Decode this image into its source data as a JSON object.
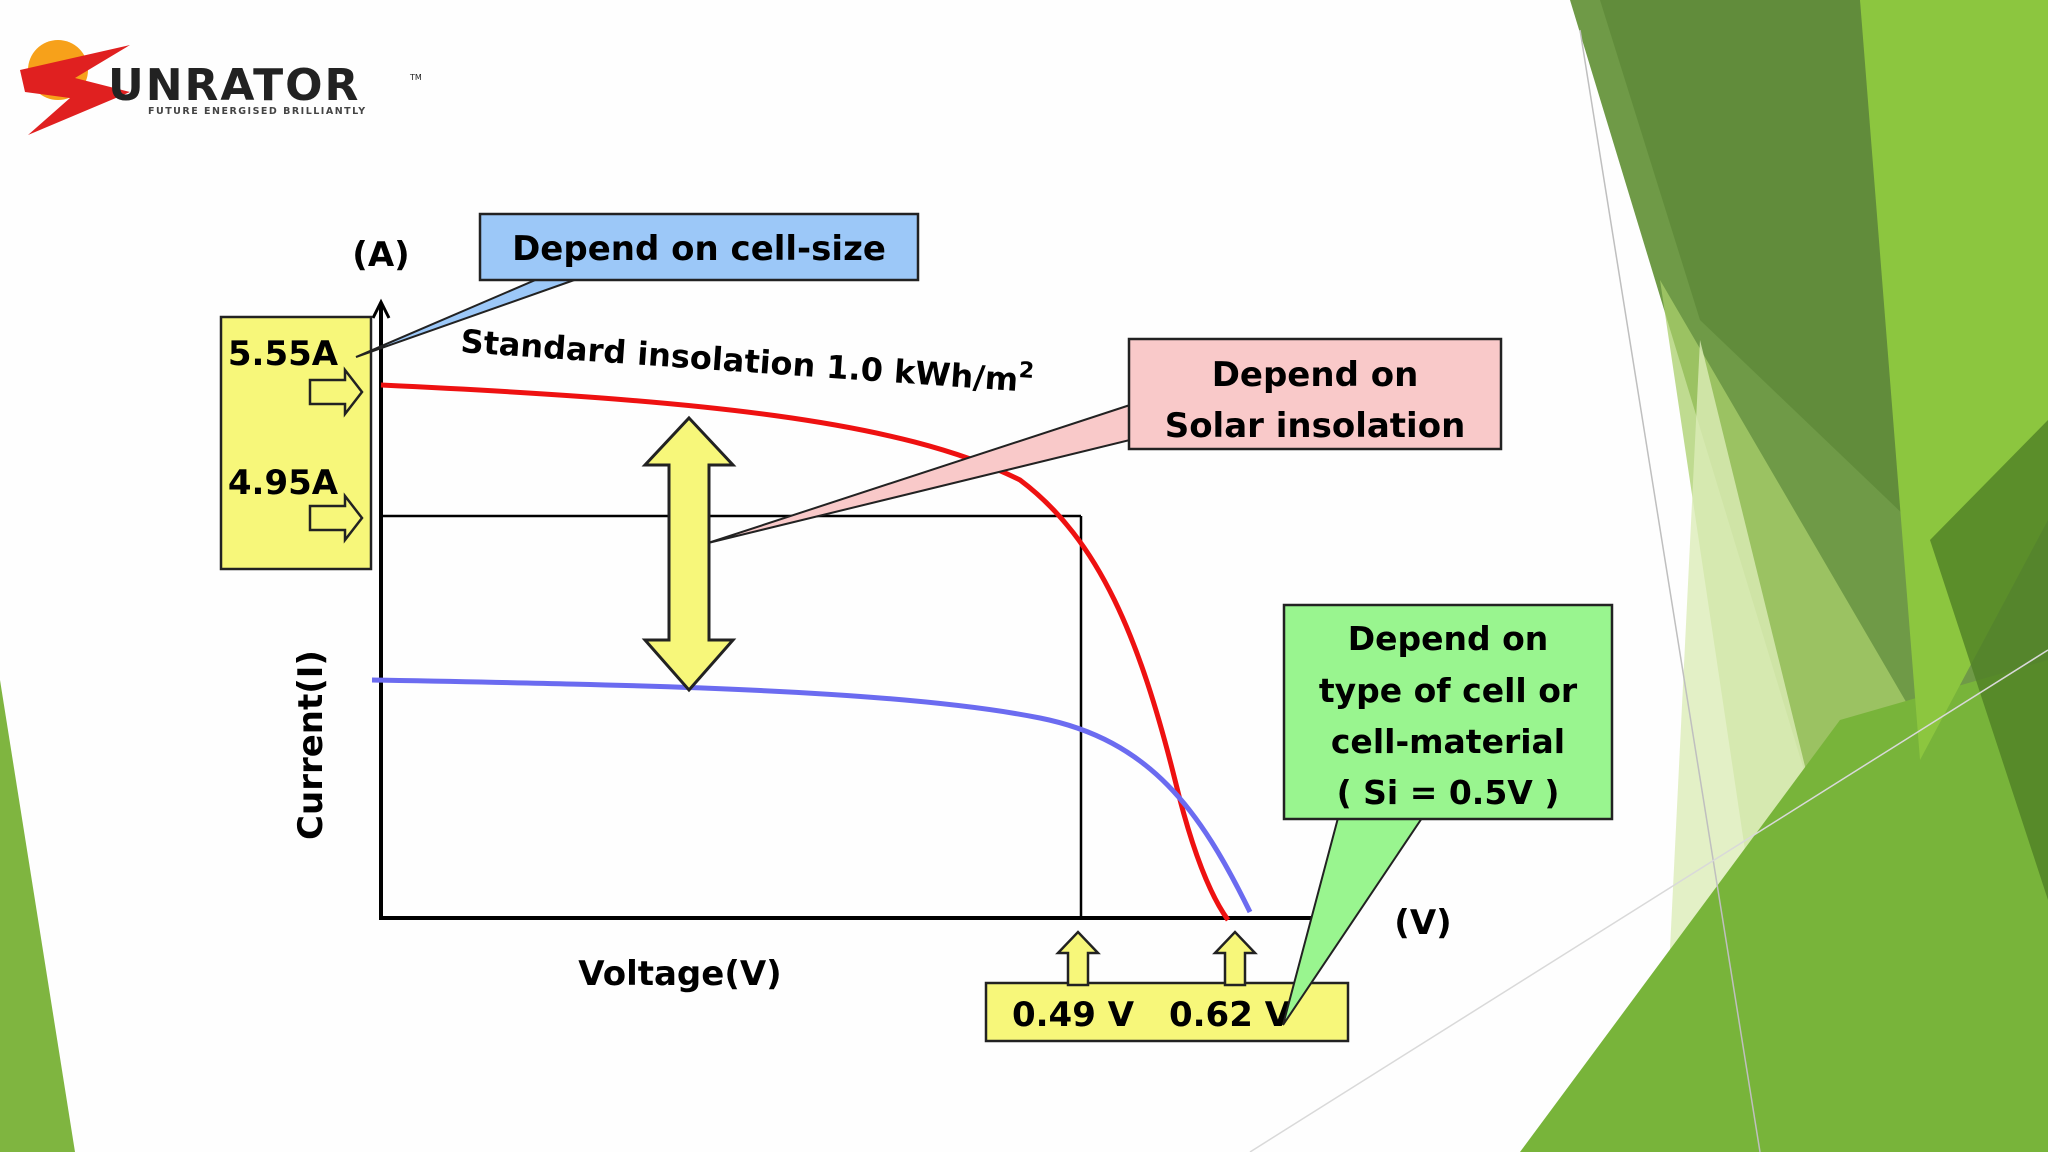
{
  "logo": {
    "name": "UNRATOR",
    "tagline": "FUTURE ENERGISED BRILLIANTLY",
    "trademark": "TM"
  },
  "diagram": {
    "y_unit": "(A)",
    "x_unit": "(V)",
    "y_label": "Current(I)",
    "x_label": "Voltage(V)",
    "curve_label": "Standard insolation 1.0 kWh/m",
    "curve_label_superscript": "2",
    "current_values": [
      "5.55A",
      "4.95A"
    ],
    "voltage_values": [
      "0.49 V",
      "0.62 V"
    ],
    "callouts": {
      "cell_size": [
        "Depend on cell-size"
      ],
      "insolation": [
        "Depend on",
        "Solar insolation"
      ],
      "material": [
        "Depend on",
        "type of cell or",
        "cell-material",
        "( Si = 0.5V )"
      ]
    },
    "colors": {
      "standard_curve": "#ee1111",
      "low_curve": "#6b6bf0",
      "value_box": "#f7f77a",
      "callout_blue": "#9cc8f8",
      "callout_pink": "#f9c9c9",
      "callout_green": "#99f58f",
      "theme_green": "#7fb540"
    }
  }
}
